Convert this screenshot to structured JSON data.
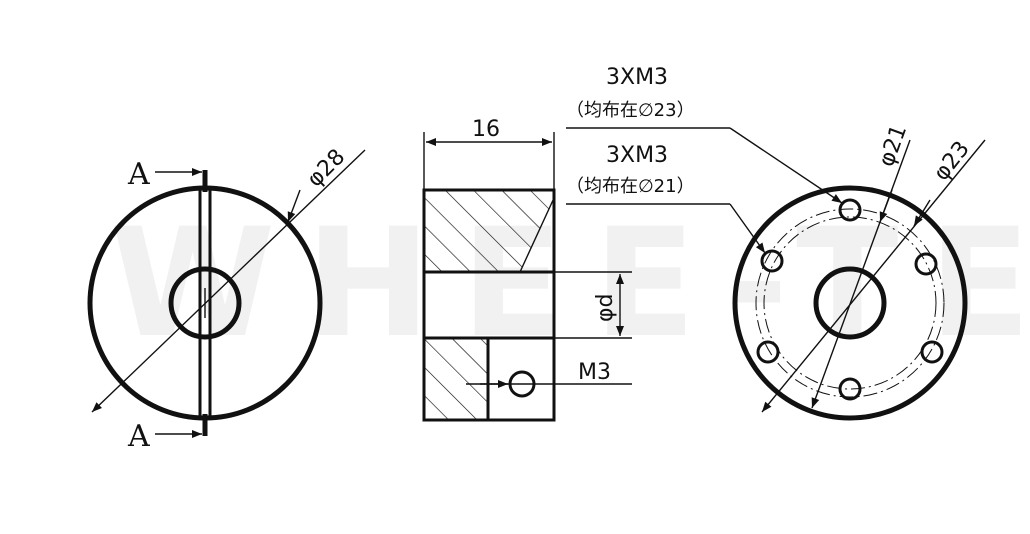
{
  "watermark": "WHEE-TEC",
  "left_view": {
    "section_label_top": "A",
    "section_label_bottom": "A",
    "diameter_label": "φ28"
  },
  "middle_view": {
    "width_label": "16",
    "bore_label": "φd",
    "screw_label": "M3"
  },
  "right_view": {
    "callout_top_line1": "3XM3",
    "callout_top_line2": "（均布在∅23）",
    "callout_bottom_line1": "3XM3",
    "callout_bottom_line2": "（均布在∅21）",
    "dia_inner_label": "φ21",
    "dia_outer_label": "φ23"
  }
}
